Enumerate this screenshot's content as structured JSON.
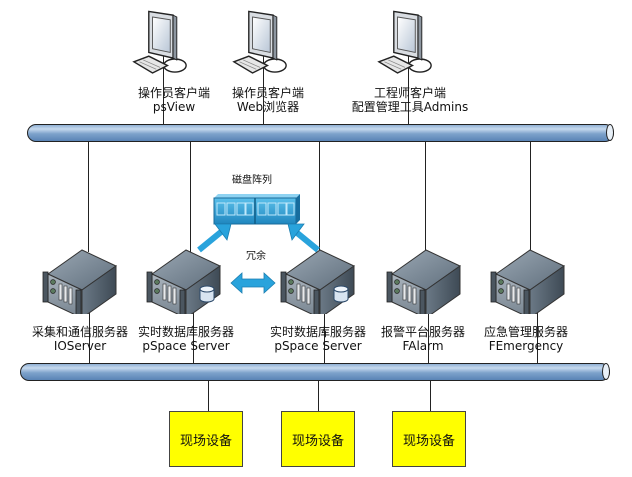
{
  "clients": [
    {
      "line1": "操作员客户端",
      "line2": "psView",
      "icon": "workstation-icon"
    },
    {
      "line1": "操作员客户端",
      "line2": "Web浏览器",
      "icon": "workstation-icon"
    },
    {
      "line1": "工程师客户端",
      "line2": "配置管理工具Admins",
      "icon": "workstation-icon"
    }
  ],
  "storage": {
    "label": "磁盘阵列",
    "icon": "disk-array-icon"
  },
  "redundancy": {
    "label": "冗余"
  },
  "servers": [
    {
      "line1": "采集和通信服务器",
      "line2": "IOServer",
      "database": false
    },
    {
      "line1": "实时数据库服务器",
      "line2": "pSpace Server",
      "database": true
    },
    {
      "line1": "实时数据库服务器",
      "line2": "pSpace Server",
      "database": true
    },
    {
      "line1": "报警平台服务器",
      "line2": "FAlarm",
      "database": false
    },
    {
      "line1": "应急管理服务器",
      "line2": "FEmergency",
      "database": false
    }
  ],
  "field_devices": [
    {
      "label": "现场设备"
    },
    {
      "label": "现场设备"
    },
    {
      "label": "现场设备"
    }
  ],
  "colors": {
    "bus": "#7da2cb",
    "field_device": "#ffff00",
    "arrow": "#29a3dc",
    "disk_array": "#2f9fd6"
  }
}
